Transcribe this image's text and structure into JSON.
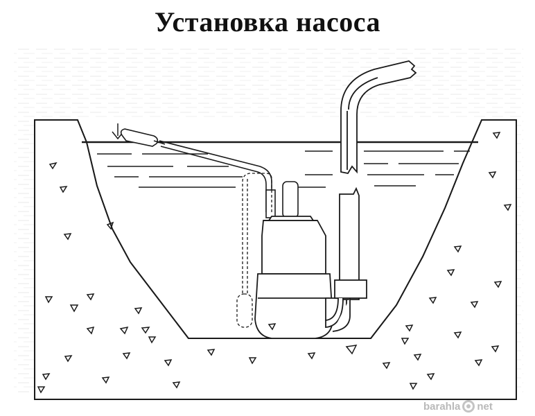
{
  "title": "Установка насоса",
  "watermark": {
    "text_left": "barahla",
    "text_right": "net"
  },
  "colors": {
    "line": "#1a1a1a",
    "fill": "#ffffff",
    "hatch": "#d6d6d6"
  }
}
